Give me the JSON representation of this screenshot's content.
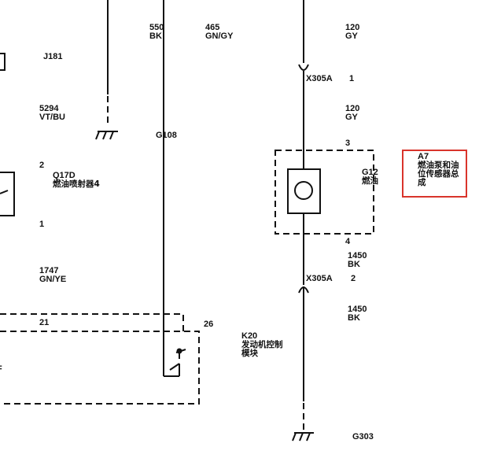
{
  "wires": {
    "w550": {
      "number": "550",
      "color": "BK"
    },
    "w465": {
      "number": "465",
      "color": "GN/GY"
    },
    "w120_top": {
      "number": "120",
      "color": "GY"
    },
    "w5294": {
      "number": "5294",
      "color": "VT/BU"
    },
    "w120_mid": {
      "number": "120",
      "color": "GY"
    },
    "w1747": {
      "number": "1747",
      "color": "GN/YE"
    },
    "w1450_a": {
      "number": "1450",
      "color": "BK"
    },
    "w1450_b": {
      "number": "1450",
      "color": "BK"
    }
  },
  "connectors": {
    "j181": "J181",
    "x305a_top": "X305A",
    "x305a_top_pin": "1",
    "x305a_bot": "X305A",
    "x305a_bot_pin": "2"
  },
  "grounds": {
    "g108": "G108",
    "g303": "G303"
  },
  "injector": {
    "ref": "Q17D",
    "name": "燃油喷射器4",
    "pin_top": "2",
    "pin_bottom": "1"
  },
  "pump": {
    "ref": "G12",
    "name_partial": "燃油",
    "pin_top": "3",
    "pin_bottom": "4"
  },
  "ecm": {
    "ref": "K20",
    "name": "发动机控制模块",
    "pin_21": "21",
    "pin_26": "26",
    "left_edge_char": "F"
  },
  "assembly": {
    "ref": "A7",
    "name": "燃油泵和油位传感器总成"
  },
  "colors": {
    "line": "#111111",
    "highlight": "#d9342b"
  }
}
